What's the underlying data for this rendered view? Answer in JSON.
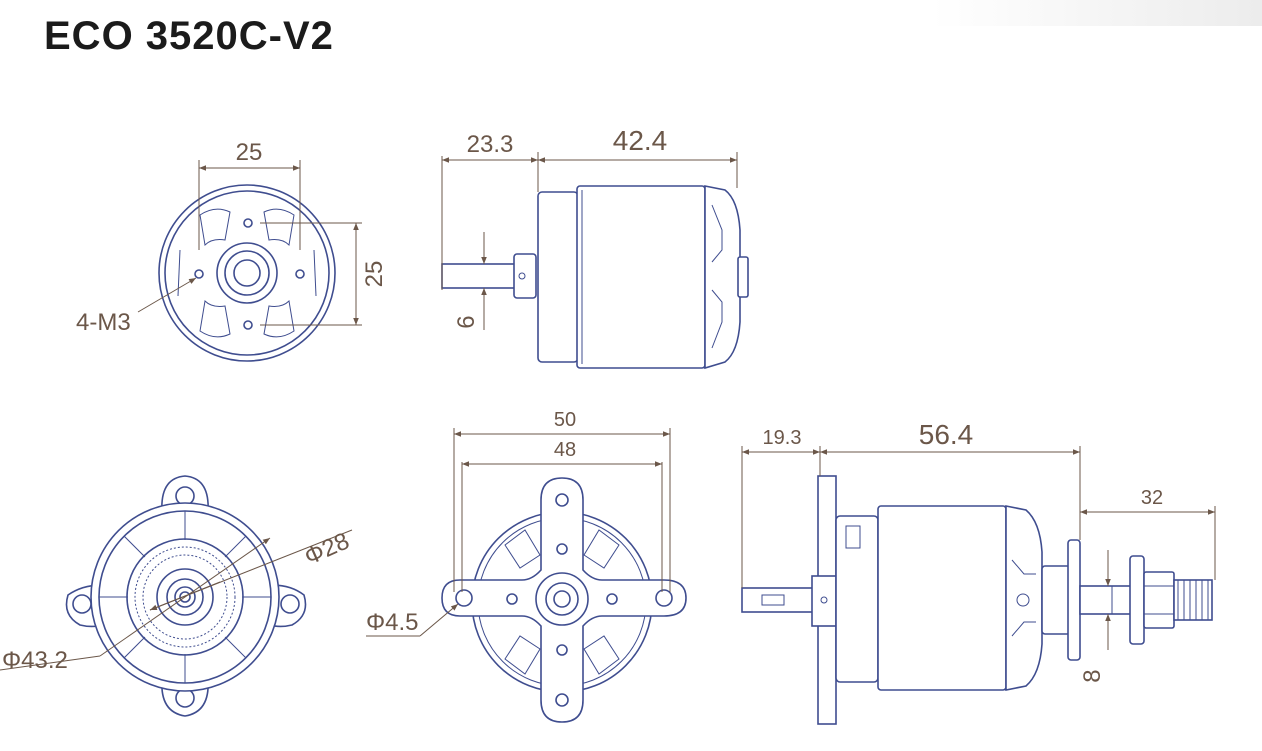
{
  "title": "ECO 3520C-V2",
  "colors": {
    "outline": "#3f4d8f",
    "dimension": "#6b5749",
    "title": "#1b1b1b"
  },
  "views": {
    "rear_view": {
      "dim_width": "25",
      "dim_height": "25",
      "thread_label": "4-M3"
    },
    "side_view": {
      "shaft_length": "23.3",
      "body_length": "42.4",
      "shaft_diameter": "6"
    },
    "front_view": {
      "diameter_outer": "Φ43.2",
      "diameter_inner": "Φ28"
    },
    "mount_view": {
      "outer_span": "50",
      "inner_span": "48",
      "hole_diameter": "Φ4.5"
    },
    "assembly_view": {
      "rear_shaft": "19.3",
      "total_length": "56.4",
      "prop_adapter": "32",
      "adapter_diameter": "8"
    }
  }
}
